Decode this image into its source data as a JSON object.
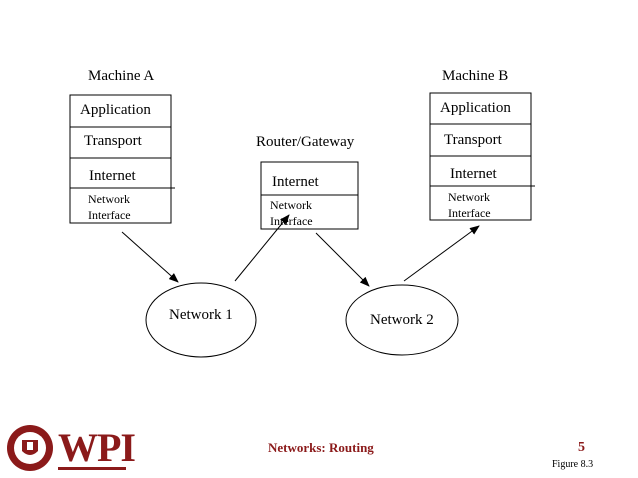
{
  "machine_a": {
    "title": "Machine A",
    "layers": [
      "Application",
      "Transport",
      "Internet"
    ],
    "ni_line1": "Network",
    "ni_line2": "Interface"
  },
  "machine_b": {
    "title": "Machine B",
    "layers": [
      "Application",
      "Transport",
      "Internet"
    ],
    "ni_line1": "Network",
    "ni_line2": "Interface"
  },
  "router": {
    "title": "Router/Gateway",
    "internet": "Internet",
    "ni_line1": "Network",
    "ni_line2": "Interface"
  },
  "networks": [
    "Network 1",
    "Network 2"
  ],
  "footer": {
    "logo_text": "WPI",
    "title": "Networks: Routing",
    "page_number": "5",
    "figure": "Figure 8.3"
  },
  "colors": {
    "accent": "#8b1a1a"
  }
}
